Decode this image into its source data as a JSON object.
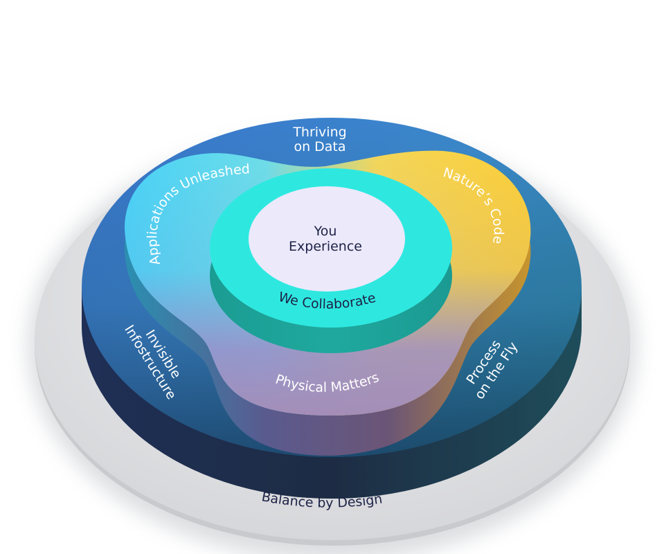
{
  "diagram": {
    "type": "layered-3d-disk",
    "core": {
      "label_line1": "You",
      "label_line2": "Experience"
    },
    "ring": {
      "label": "We Collaborate"
    },
    "lobes": [
      {
        "id": "applications",
        "label": "Applications Unleashed",
        "color": "#4fd8f5"
      },
      {
        "id": "nature",
        "label": "Nature’s Code",
        "color": "#fdd23f"
      },
      {
        "id": "physical",
        "label": "Physical Matters",
        "color": "#9c8ec4"
      }
    ],
    "outer_disk": {
      "sections": [
        {
          "id": "data",
          "label_line1": "Thriving",
          "label_line2": "on Data"
        },
        {
          "id": "infra",
          "label_line1": "Invisible",
          "label_line2": "Infostructure"
        },
        {
          "id": "process",
          "label_line1": "Process",
          "label_line2": "on the Fly"
        }
      ]
    },
    "base": {
      "label": "Balance by Design"
    },
    "colors": {
      "base": "#dcdde0",
      "outer_top_left": "#3a7ed0",
      "outer_top_right": "#3fa3c4",
      "outer_bottom_left": "#233c6e",
      "outer_bottom_right": "#266a7a",
      "ring": "#2ee8e0",
      "ring_side": "#1fa69c",
      "core": "#ece9fb",
      "text_dark": "#1c2246"
    }
  }
}
